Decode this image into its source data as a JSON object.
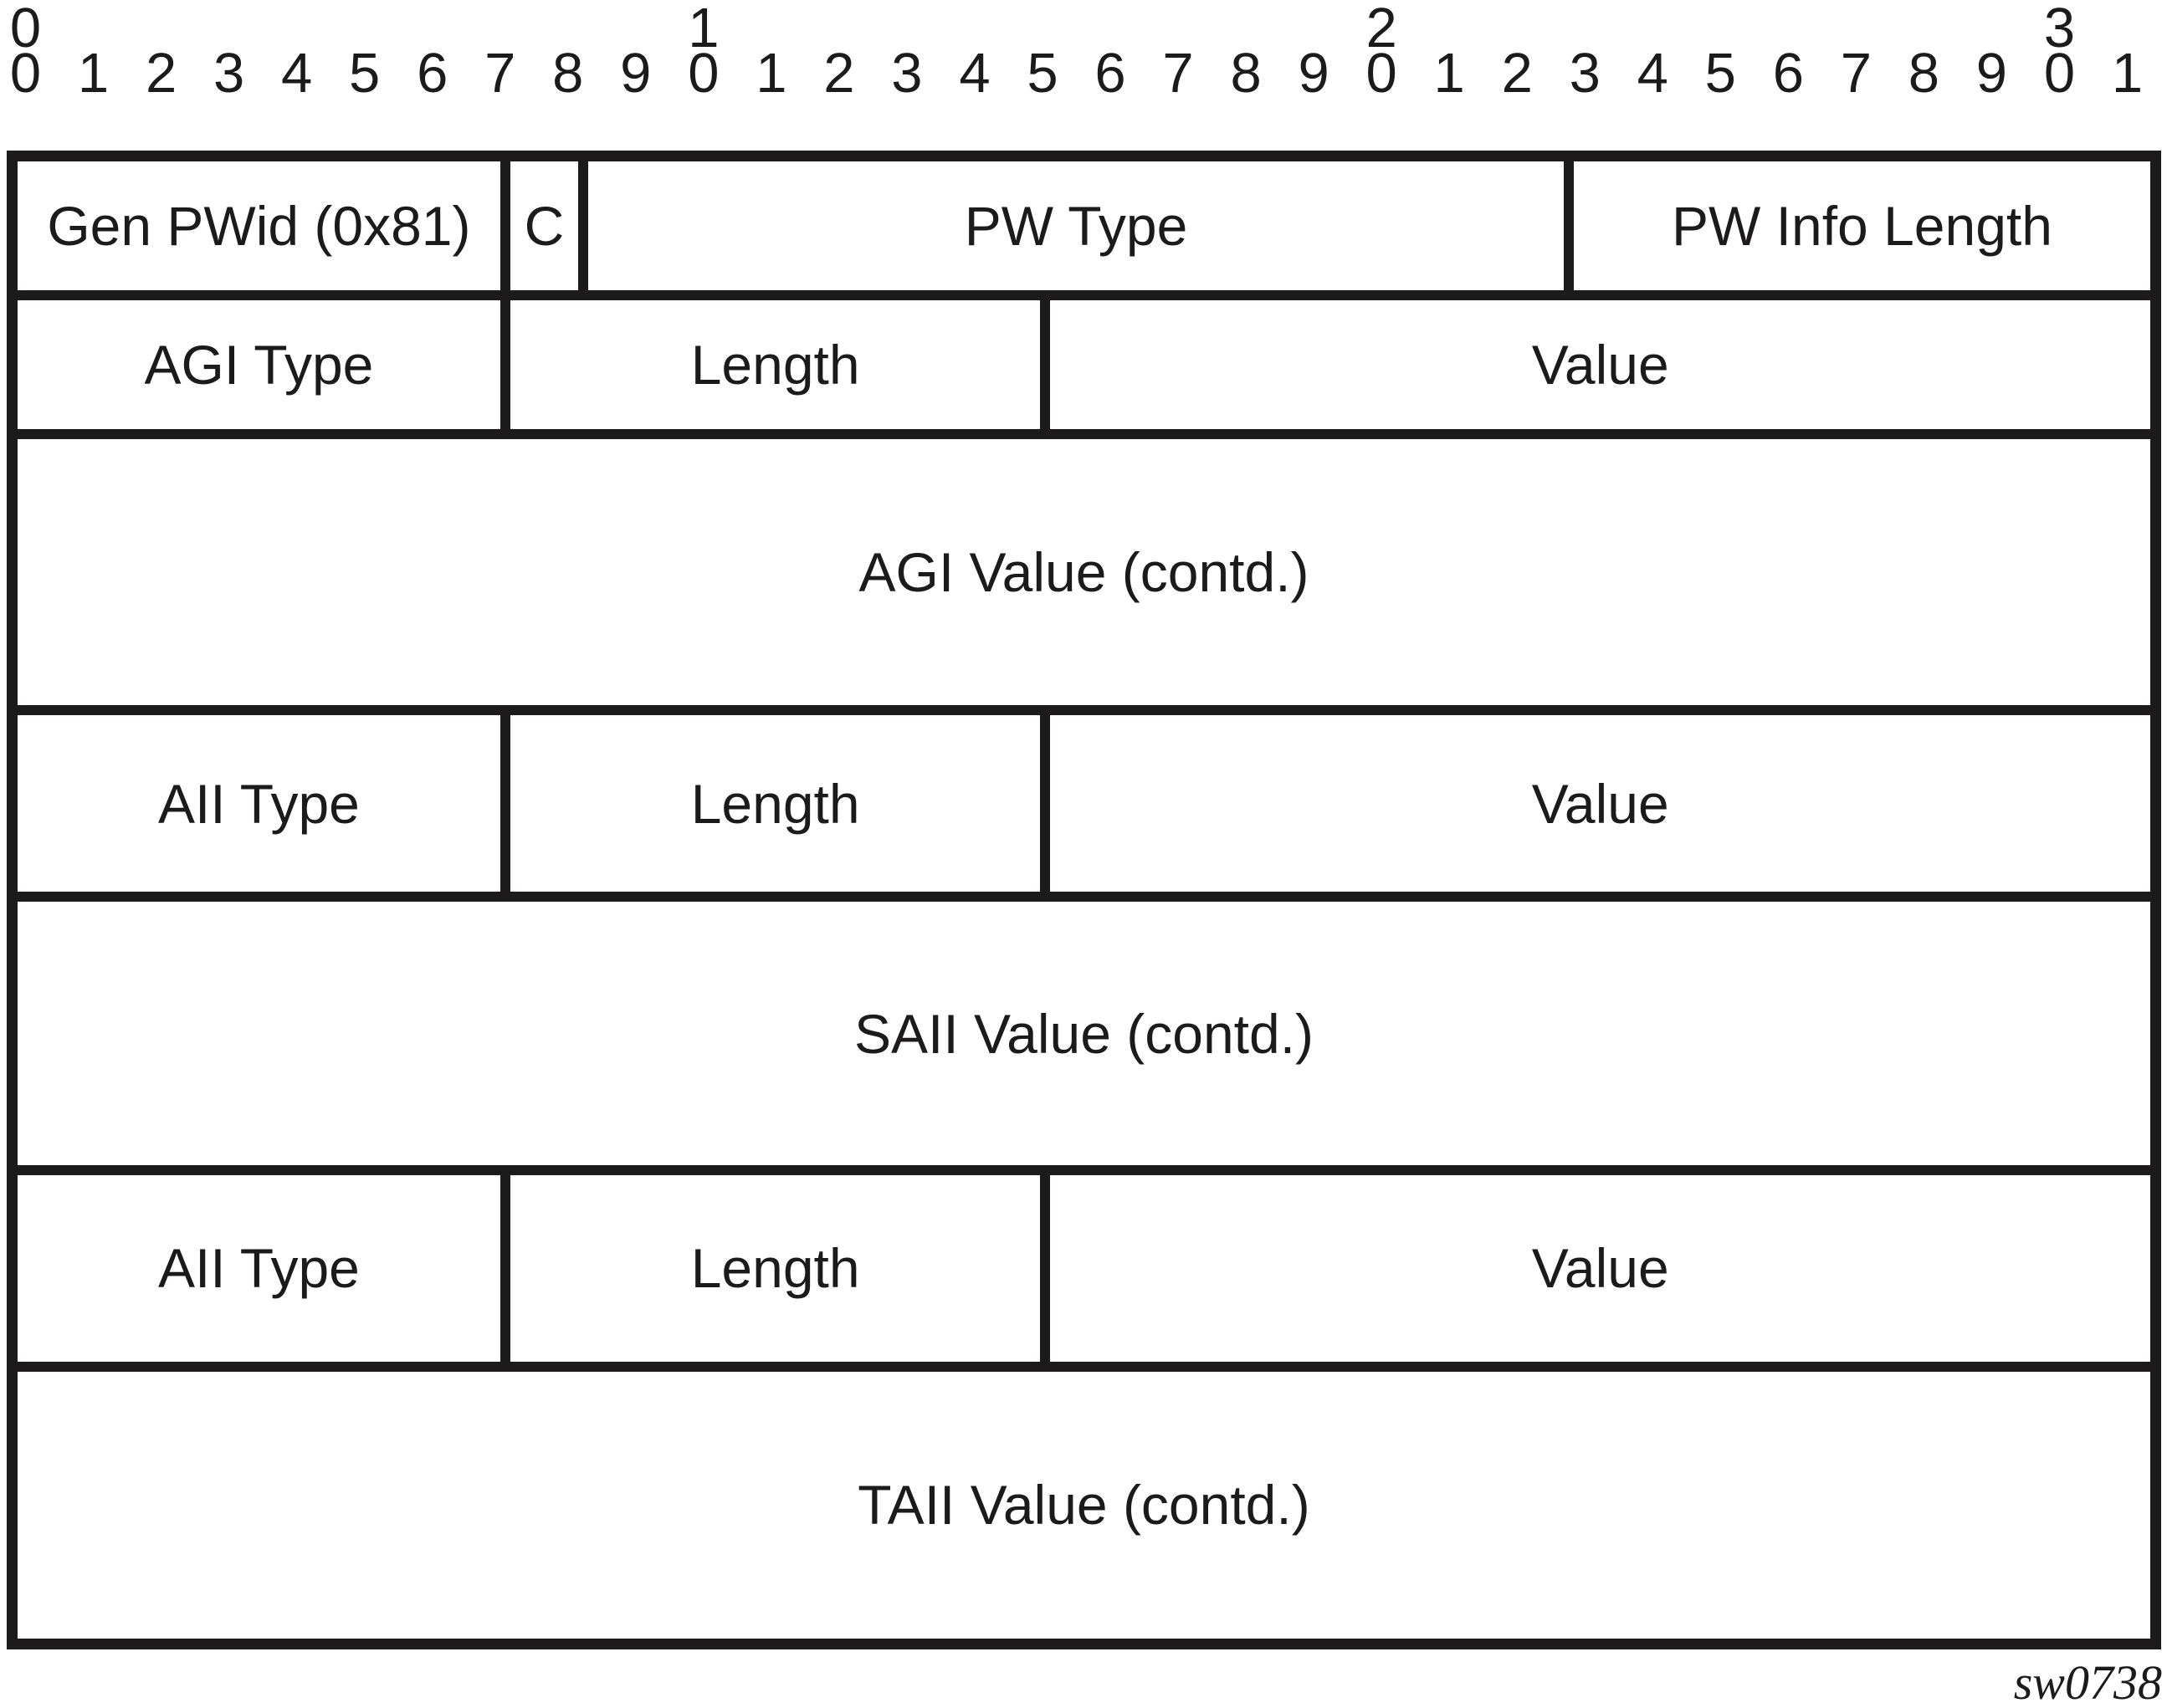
{
  "ruler": {
    "tens": [
      {
        "label": "0",
        "bit": 0
      },
      {
        "label": "1",
        "bit": 10
      },
      {
        "label": "2",
        "bit": 20
      },
      {
        "label": "3",
        "bit": 30
      }
    ],
    "bits": [
      "0",
      "1",
      "2",
      "3",
      "4",
      "5",
      "6",
      "7",
      "8",
      "9",
      "0",
      "1",
      "2",
      "3",
      "4",
      "5",
      "6",
      "7",
      "8",
      "9",
      "0",
      "1",
      "2",
      "3",
      "4",
      "5",
      "6",
      "7",
      "8",
      "9",
      "0",
      "1"
    ]
  },
  "packet": {
    "rows": [
      {
        "cells": [
          {
            "label": "Gen PWid (0x81)"
          },
          {
            "label": "C"
          },
          {
            "label": "PW Type"
          },
          {
            "label": "PW Info Length"
          }
        ]
      },
      {
        "cells": [
          {
            "label": "AGI Type"
          },
          {
            "label": "Length"
          },
          {
            "label": "Value"
          }
        ]
      },
      {
        "cells": [
          {
            "label": "AGI Value (contd.)"
          }
        ]
      },
      {
        "cells": [
          {
            "label": "AII Type"
          },
          {
            "label": "Length"
          },
          {
            "label": "Value"
          }
        ]
      },
      {
        "cells": [
          {
            "label": "SAII Value (contd.)"
          }
        ]
      },
      {
        "cells": [
          {
            "label": "AII Type"
          },
          {
            "label": "Length"
          },
          {
            "label": "Value"
          }
        ]
      },
      {
        "cells": [
          {
            "label": "TAII Value (contd.)"
          }
        ]
      }
    ]
  },
  "figure": {
    "id_label": "sw0738"
  },
  "colors": {
    "ink": "#1c1a1b",
    "background": "#ffffff"
  }
}
